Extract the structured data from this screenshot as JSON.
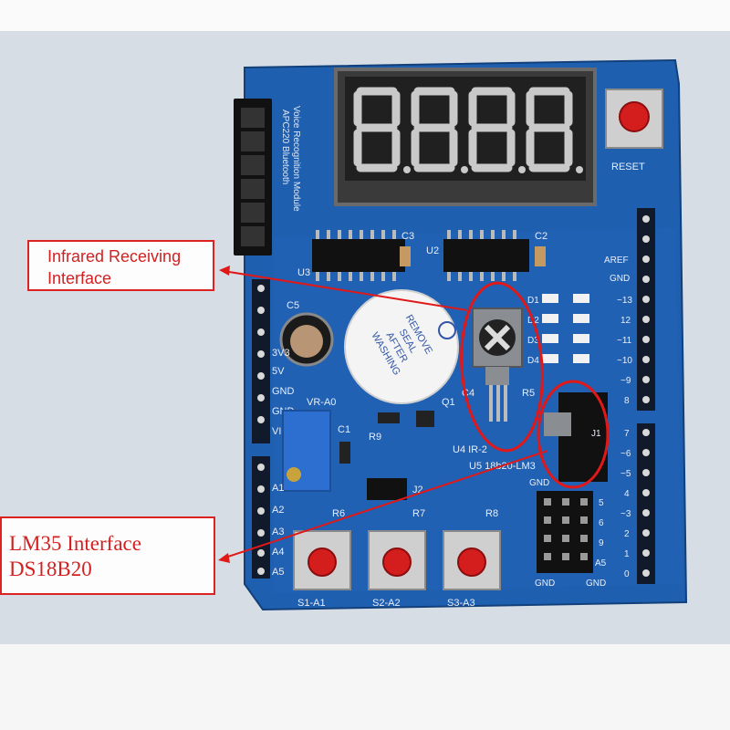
{
  "callouts": {
    "infrared_line1": "Infrared Receiving",
    "infrared_line2": "Interface",
    "lm35_line1": "LM35 Interface",
    "lm35_line2": "DS18B20"
  },
  "board": {
    "header_text_1": "APC220 Bluetooth",
    "header_text_2": "Voice Recognition Module",
    "reset": "RESET",
    "c3": "C3",
    "c2": "C2",
    "u3": "U3",
    "u2": "U2",
    "c5": "C5",
    "buzzer_sticker": [
      "REMOVE",
      "SEAL",
      "AFTER",
      "WASHING"
    ],
    "power_labels": [
      "3V3",
      "5V",
      "GND",
      "GND",
      "VIN"
    ],
    "vr": "VR-A0",
    "c1": "C1",
    "q1": "Q1",
    "r9": "R9",
    "c4": "C4",
    "r5": "R5",
    "u4": "U4 IR-2",
    "u5": "U5 18b20-LM3",
    "j2": "J2",
    "j1": "J1",
    "r6": "R6",
    "r7": "R7",
    "r8": "R8",
    "analog_labels": [
      "A1",
      "A2",
      "A3",
      "A4",
      "A5"
    ],
    "led_labels": [
      "D1",
      "D2",
      "D3",
      "D4"
    ],
    "pin_labels_right": [
      "AREF",
      "GND",
      "~13",
      "12",
      "~11",
      "~10",
      "~9",
      "8"
    ],
    "pin_labels_right2": [
      "7",
      "~6",
      "~5",
      "4",
      "~3",
      "2",
      "1",
      "0"
    ],
    "header_labels": [
      "5",
      "6",
      "9",
      "A5"
    ],
    "gnd1": "GND",
    "gnd2": "GND",
    "gnd3": "GND",
    "buttons": [
      "S1-A1",
      "S2-A2",
      "S3-A3"
    ]
  },
  "colors": {
    "board": "#1f5fb0",
    "board_dark": "#174a8c",
    "callout_red": "#d42020",
    "button_red": "#d41e1e"
  }
}
